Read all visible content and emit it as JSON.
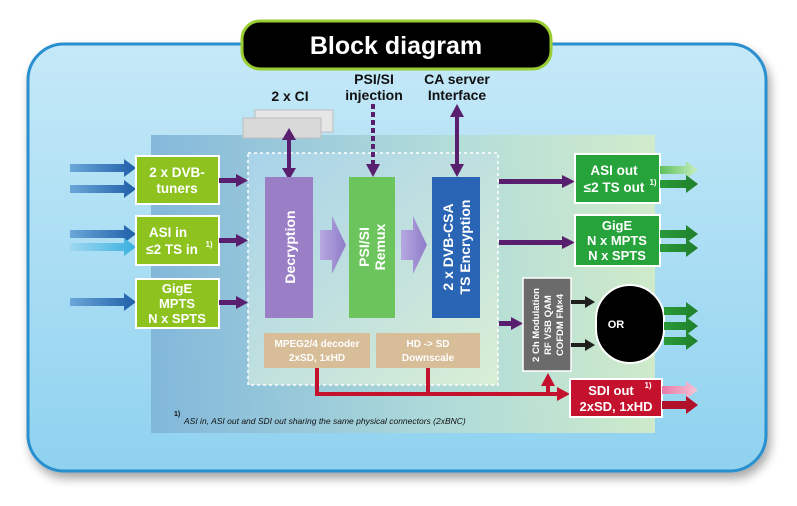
{
  "title": "Block diagram",
  "top_labels": {
    "ci": "2 x CI",
    "psi_si_line1": "PSI/SI",
    "psi_si_line2": "injection",
    "ca_line1": "CA server",
    "ca_line2": "Interface"
  },
  "inputs": {
    "dvb_line1": "2 x DVB-",
    "dvb_line2": "tuners",
    "asi_line1": "ASI in",
    "asi_line2": "≤2 TS in",
    "asi_sup": "1)",
    "gige_line1": "GigE",
    "gige_line2": "MPTS",
    "gige_line3": "N x SPTS"
  },
  "processing": {
    "decryption": "Decryption",
    "remux_line1": "PSI/SI",
    "remux_line2": "Remux",
    "enc_line1": "2 x DVB-CSA",
    "enc_line2": "TS Encryption",
    "decoder_line1": "MPEG2/4 decoder",
    "decoder_line2": "2xSD, 1xHD",
    "downscale_line1": "HD -> SD",
    "downscale_line2": "Downscale"
  },
  "modulation": {
    "line1": "2 Ch Modulation",
    "line2": "RF VSB QAM",
    "line3": "COFDM FM×4",
    "or_label": "OR"
  },
  "outputs": {
    "asi_line1": "ASI out",
    "asi_line2": "≤2 TS out",
    "asi_sup": "1)",
    "gige_line1": "GigE",
    "gige_line2": "N x MPTS",
    "gige_line3": "N x SPTS",
    "sdi_line1": "SDI out",
    "sdi_sup": "1)",
    "sdi_line2": "2xSD, 1xHD"
  },
  "footnote": {
    "marker": "1)",
    "text": "ASI in, ASI out and SDI out sharing the same physical connectors (2xBNC)"
  },
  "colors": {
    "background": "#aedff3",
    "input_green": "#8dc21f",
    "output_green": "#26a33a",
    "purple": "#5a1e6e",
    "decryption": "#9a7fc6",
    "remux": "#6cc45c",
    "encryption": "#2a64b4",
    "sdi_red": "#c4122e",
    "tan": "#d7bd98"
  }
}
